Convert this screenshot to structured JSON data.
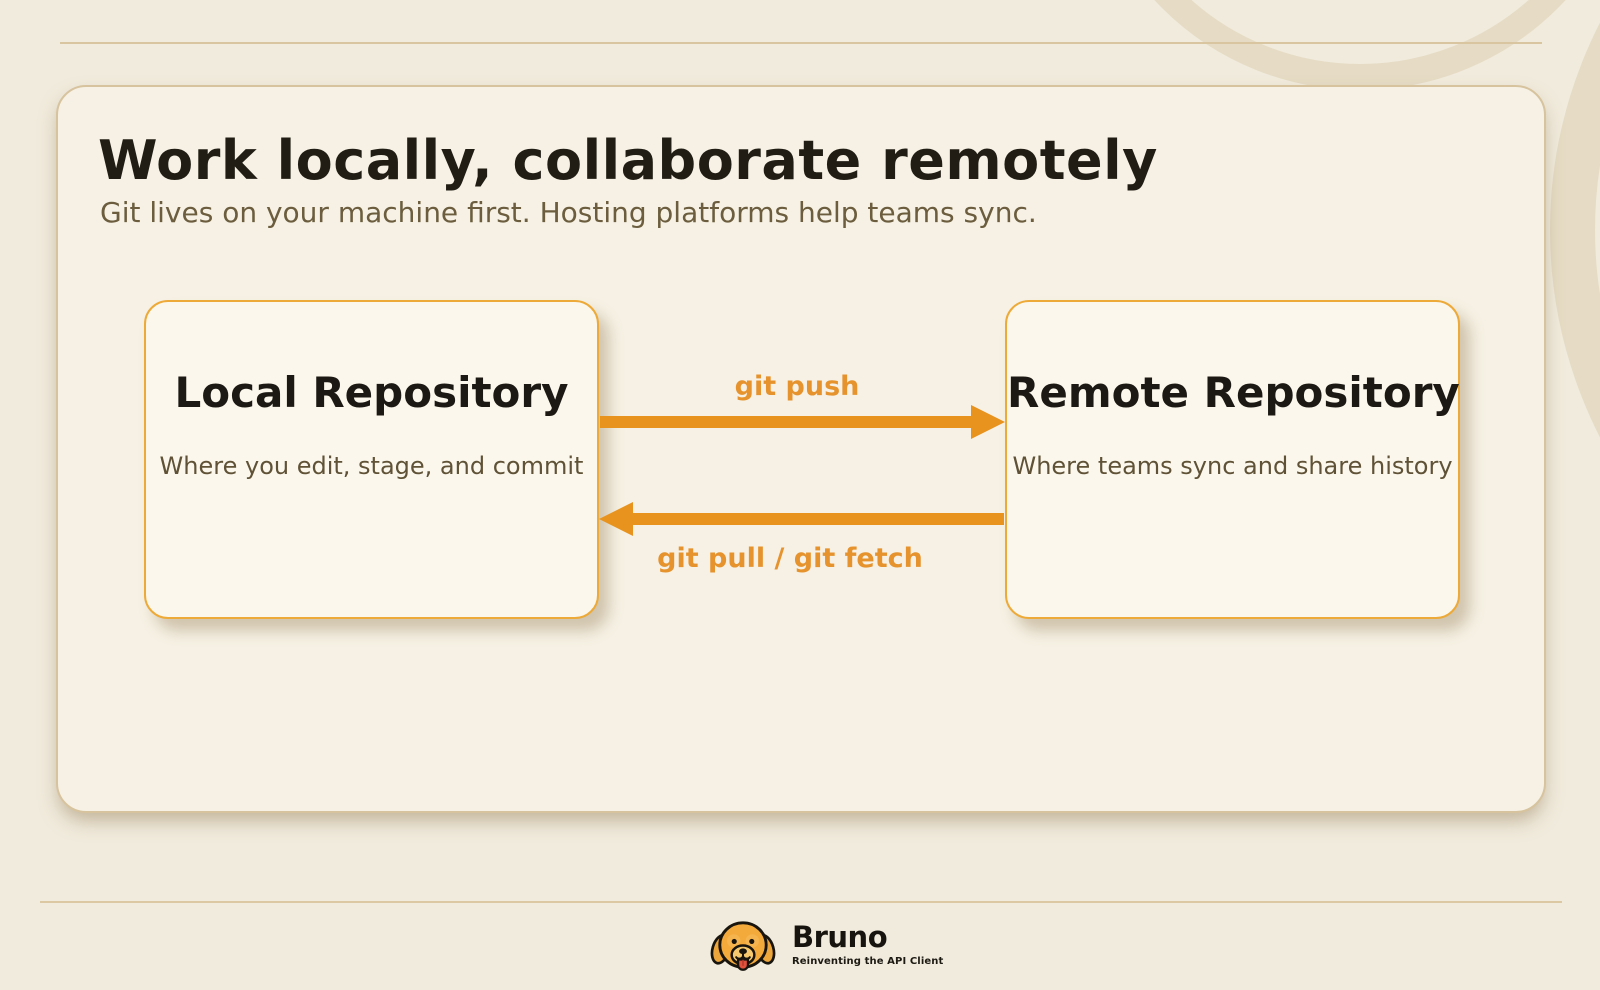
{
  "page": {
    "title": "Work locally, collaborate remotely",
    "subtitle": "Git lives on your machine first. Hosting platforms help teams sync."
  },
  "diagram": {
    "local": {
      "title": "Local Repository",
      "description": "Where you edit, stage, and commit"
    },
    "remote": {
      "title": "Remote Repository",
      "description": "Where teams sync and share history"
    },
    "arrows": {
      "push_label": "git push",
      "push_direction": "local-to-remote",
      "pull_label": "git pull / git fetch",
      "pull_direction": "remote-to-local"
    }
  },
  "footer": {
    "brand": "Bruno",
    "tagline": "Reinventing the API Client",
    "logo_icon": "dog-face-icon"
  },
  "colors": {
    "background": "#f1ebdd",
    "card_background": "#f6f1e4",
    "box_background": "#fbf7ec",
    "frame_line": "#d8c5a0",
    "box_border_orange": "#edaa38",
    "arrow_orange": "#e9931f",
    "arrow_label_orange": "#e6932e",
    "heading_text": "#211d14",
    "muted_text": "#6b5d3e",
    "box_desc_text": "#5f5236",
    "logo_gold": "#f3aa3b",
    "tongue_red": "#e0523c"
  }
}
